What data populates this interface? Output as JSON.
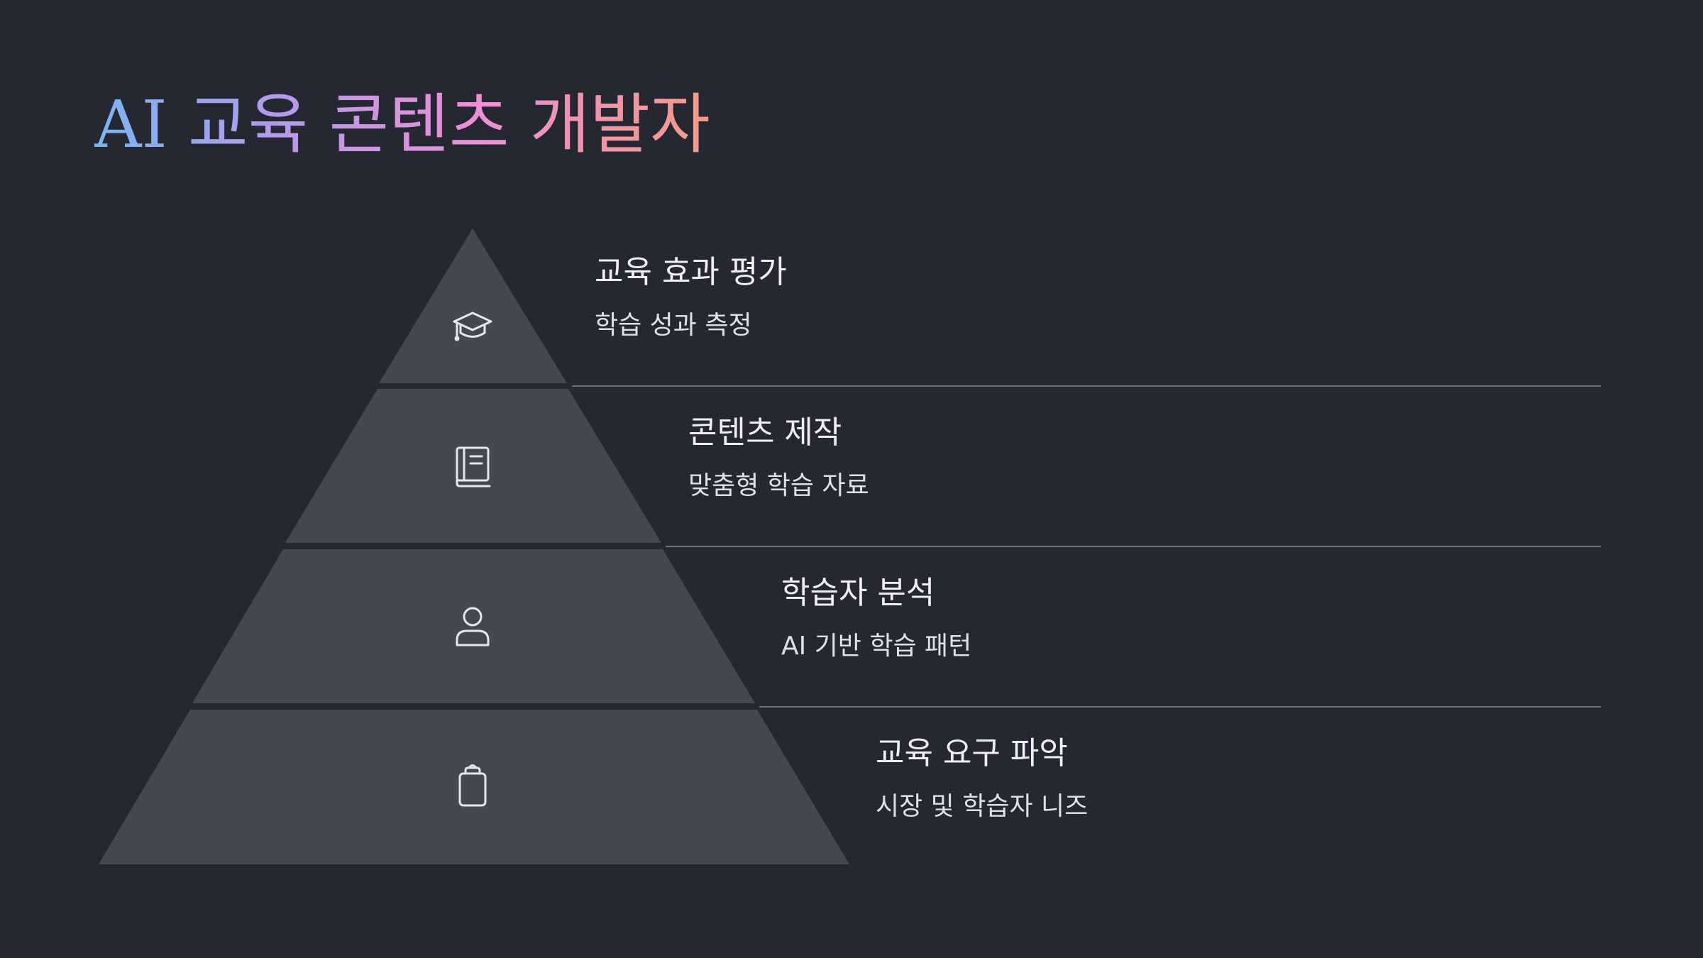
{
  "title": "AI 교육 콘텐츠 개발자",
  "colors": {
    "background": "#252733",
    "tier_fill": "#454752",
    "divider": "#6e707b",
    "icon_stroke": "#e6e7ee",
    "title_gradient": [
      "#79b4f2",
      "#b79ae8",
      "#ec8fd6",
      "#f59a84"
    ]
  },
  "levels": [
    {
      "heading": "교육 효과 평가",
      "description": "학습 성과 측정",
      "icon": "graduation-cap-icon"
    },
    {
      "heading": "콘텐츠 제작",
      "description": "맞춤형 학습 자료",
      "icon": "book-icon"
    },
    {
      "heading": "학습자 분석",
      "description": "AI 기반 학습 패턴",
      "icon": "user-icon"
    },
    {
      "heading": "교육 요구 파악",
      "description": "시장 및 학습자 니즈",
      "icon": "clipboard-icon"
    }
  ]
}
